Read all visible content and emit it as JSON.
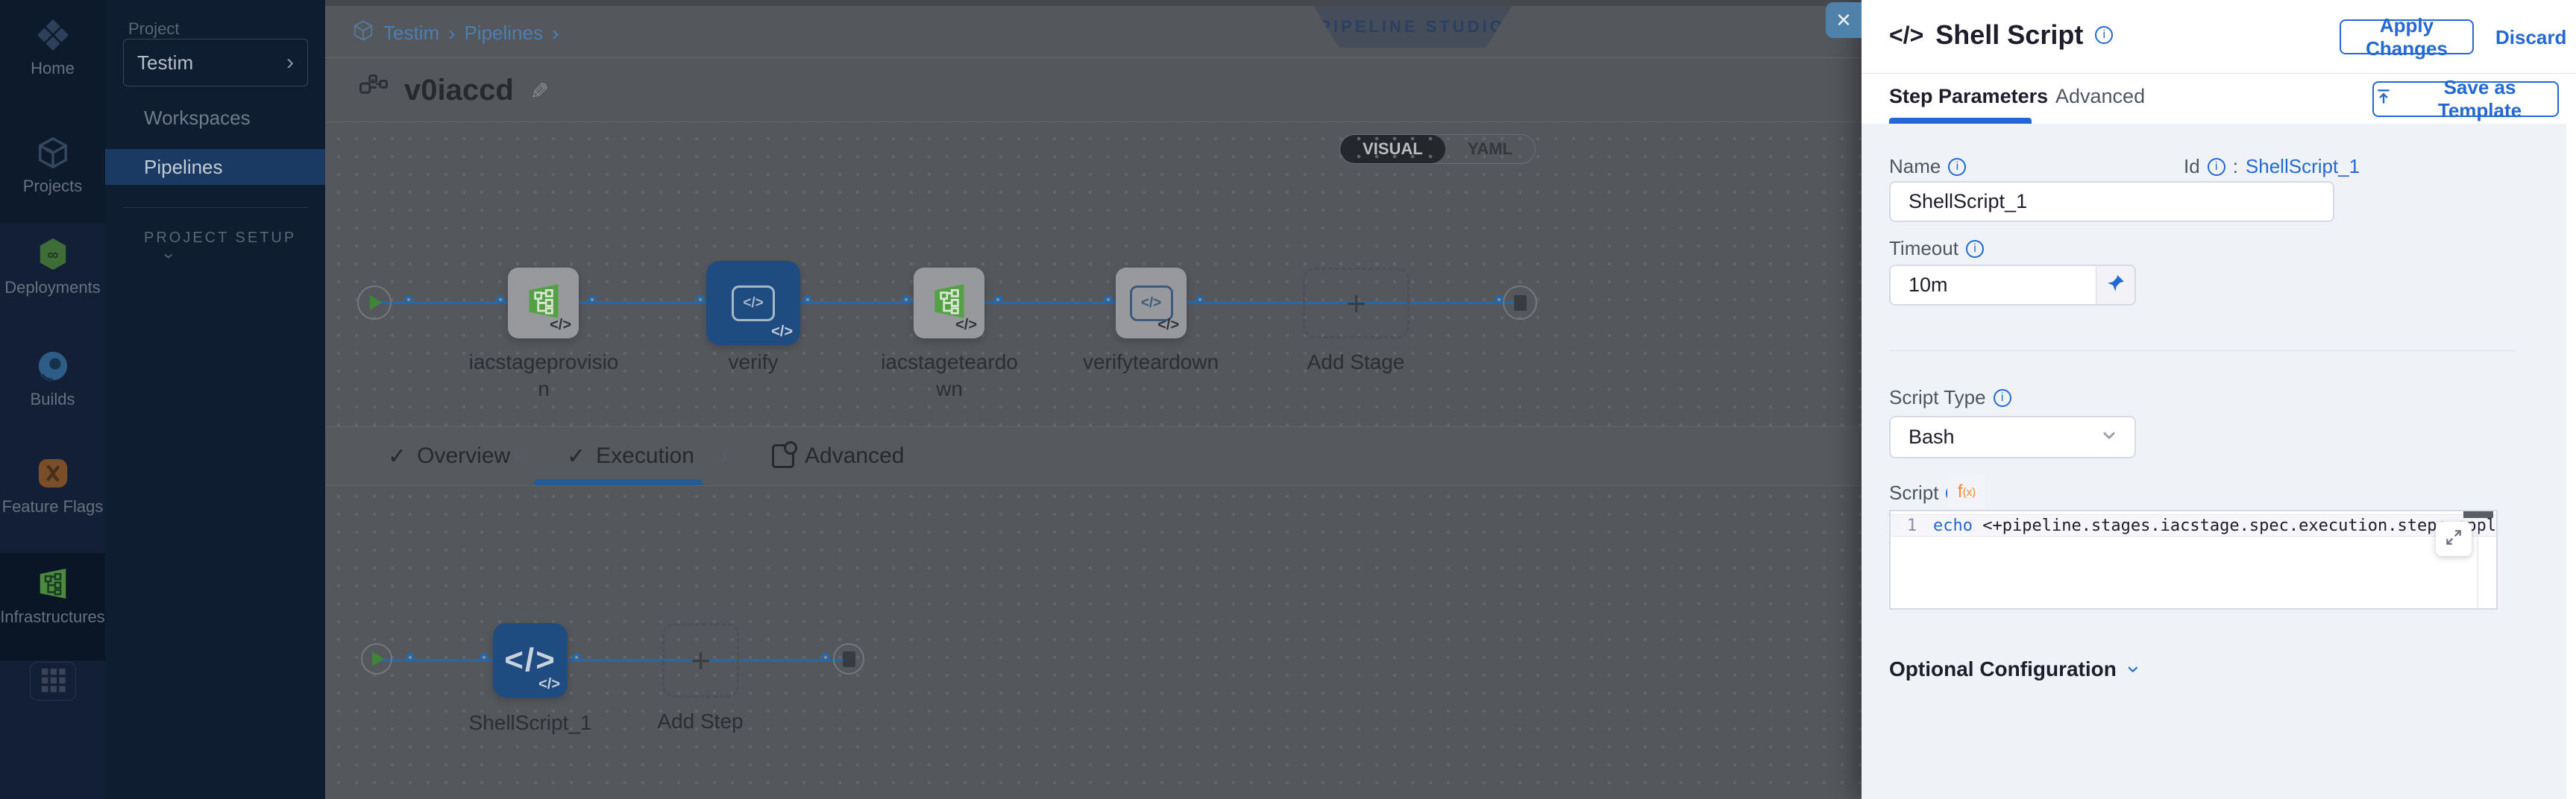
{
  "colors": {
    "accent_blue": "#2468d5",
    "harness_link_blue": "#4a7fb5",
    "selected_stage_blue": "#1e4b80",
    "connector_blue": "#2767a3",
    "infra_green": "#55a046",
    "fx_orange": "#ff832b",
    "drawer_bg": "#eff3f8",
    "canvas_dim_gray": "#54575c",
    "sidebar_navy": "#0d1a2b"
  },
  "icons": {
    "info": "i",
    "check": "✓",
    "chevron": "›",
    "close": "✕",
    "pencil": "✎",
    "plus": "+",
    "code": "</>",
    "colon": ":"
  },
  "left_nav": {
    "items": [
      {
        "label": "Home"
      },
      {
        "label": "Projects"
      },
      {
        "label": "Deployments"
      },
      {
        "label": "Builds"
      },
      {
        "label": "Feature Flags"
      },
      {
        "label": "Infrastructures"
      }
    ]
  },
  "project_panel": {
    "section_label": "Project",
    "project_name": "Testim",
    "items": [
      {
        "label": "Workspaces"
      },
      {
        "label": "Pipelines"
      }
    ],
    "setup_label": "PROJECT SETUP"
  },
  "header": {
    "breadcrumb": {
      "first": "Testim",
      "second": "Pipelines"
    },
    "pipeline_name": "v0iaccd",
    "studio_badge": "PIPELINE STUDIO",
    "view_toggle": {
      "visual": "VISUAL",
      "yaml": "YAML",
      "selected": "VISUAL"
    }
  },
  "stage_canvas": {
    "stages": [
      {
        "name": "iacstageprovision",
        "l1": "iacstageprovisio",
        "l2": "n",
        "type": "infrastructure",
        "selected": false
      },
      {
        "name": "verify",
        "l1": "verify",
        "l2": "",
        "type": "custom",
        "selected": true
      },
      {
        "name": "iacstageteardown",
        "l1": "iacstageteardo",
        "l2": "wn",
        "type": "infrastructure",
        "selected": false
      },
      {
        "name": "verifyteardown",
        "l1": "verifyteardown",
        "l2": "",
        "type": "custom",
        "selected": false
      }
    ],
    "add_stage_label": "Add Stage"
  },
  "stage_tabs": {
    "items": [
      {
        "label": "Overview",
        "checked": true,
        "active": false
      },
      {
        "label": "Execution",
        "checked": true,
        "active": true
      },
      {
        "label": "Advanced",
        "checked": false,
        "active": false
      }
    ]
  },
  "execution_canvas": {
    "steps": [
      {
        "name": "ShellScript_1"
      }
    ],
    "add_step_label": "Add Step"
  },
  "drawer": {
    "title": "Shell Script",
    "apply_label": "Apply Changes",
    "discard_label": "Discard",
    "tabs": {
      "active": "Step Parameters",
      "idle": "Advanced"
    },
    "save_template_label": "Save as Template",
    "fields": {
      "name": {
        "label": "Name",
        "value": "ShellScript_1"
      },
      "id": {
        "label": "Id",
        "value": "ShellScript_1"
      },
      "timeout": {
        "label": "Timeout",
        "value": "10m"
      },
      "script_type": {
        "label": "Script Type",
        "value": "Bash"
      },
      "script": {
        "label": "Script",
        "fx_label": "f",
        "fx_sub": "(x)",
        "line_number": "1",
        "code_keyword": "echo",
        "code_rest": " <+pipeline.stages.iacstage.spec.execution.steps.appl"
      }
    },
    "optional_configuration_label": "Optional Configuration"
  }
}
